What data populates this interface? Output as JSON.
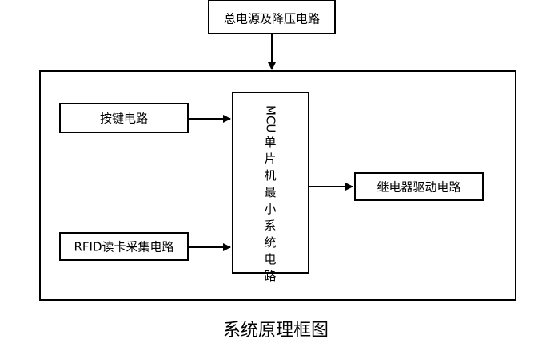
{
  "diagram": {
    "power_block": "总电源及降压电路",
    "key_block": "按键电路",
    "rfid_block": "RFID读卡采集电路",
    "mcu_block": "MCU单片机最小系统电路",
    "relay_block": "继电器驱动电路",
    "caption": "系统原理框图"
  },
  "colors": {
    "stroke": "#000000",
    "background": "#ffffff"
  }
}
